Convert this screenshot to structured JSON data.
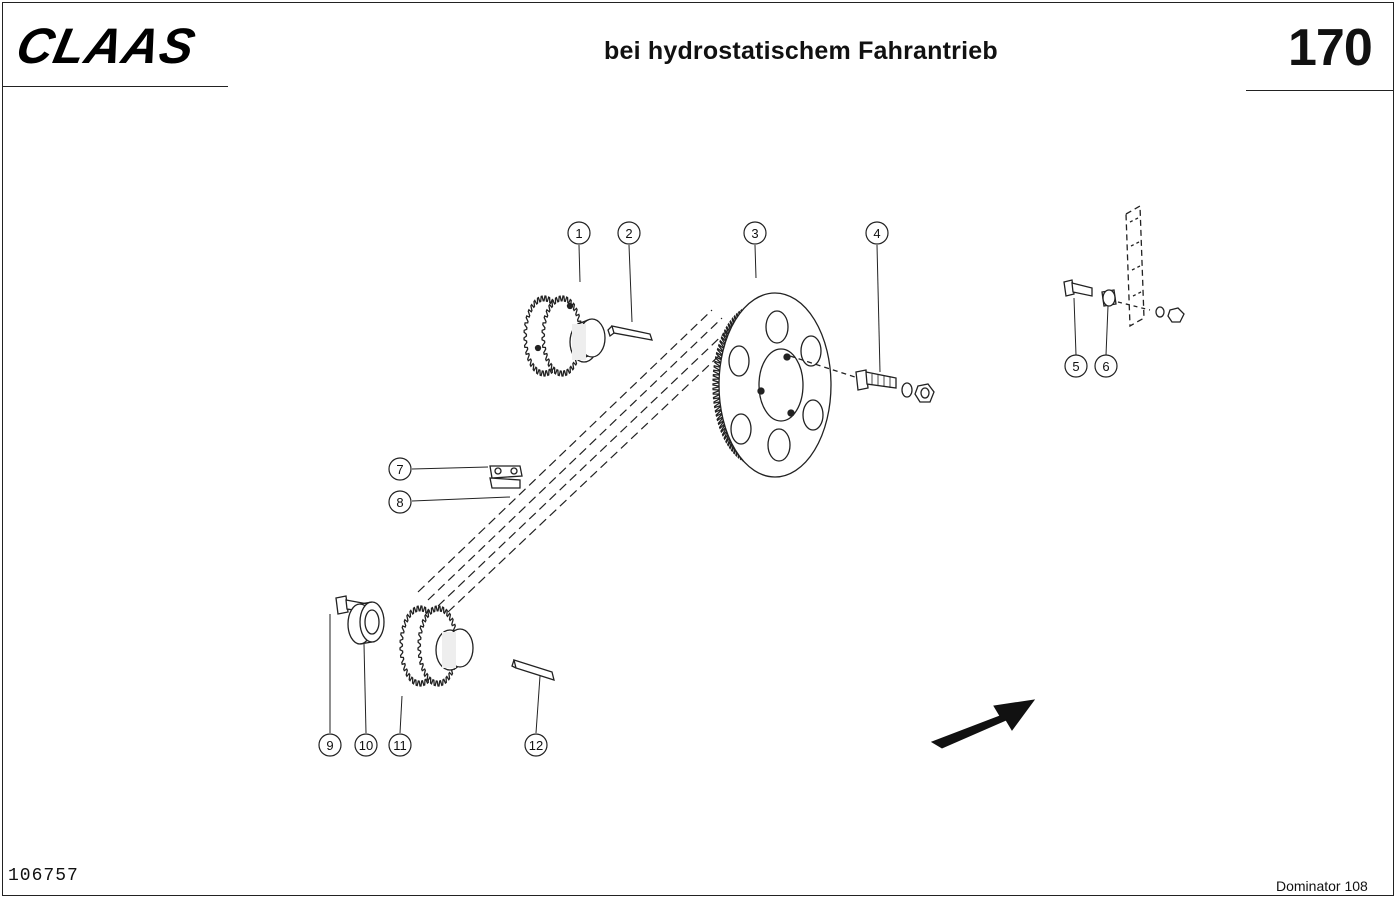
{
  "header": {
    "brand": "CLAAS",
    "title": "bei hydrostatischem Fahrantrieb",
    "page_number": "170"
  },
  "footer": {
    "drawing_number": "106757",
    "model": "Dominator 108"
  },
  "callouts": [
    "1",
    "2",
    "3",
    "4",
    "5",
    "6",
    "7",
    "8",
    "9",
    "10",
    "11",
    "12"
  ]
}
